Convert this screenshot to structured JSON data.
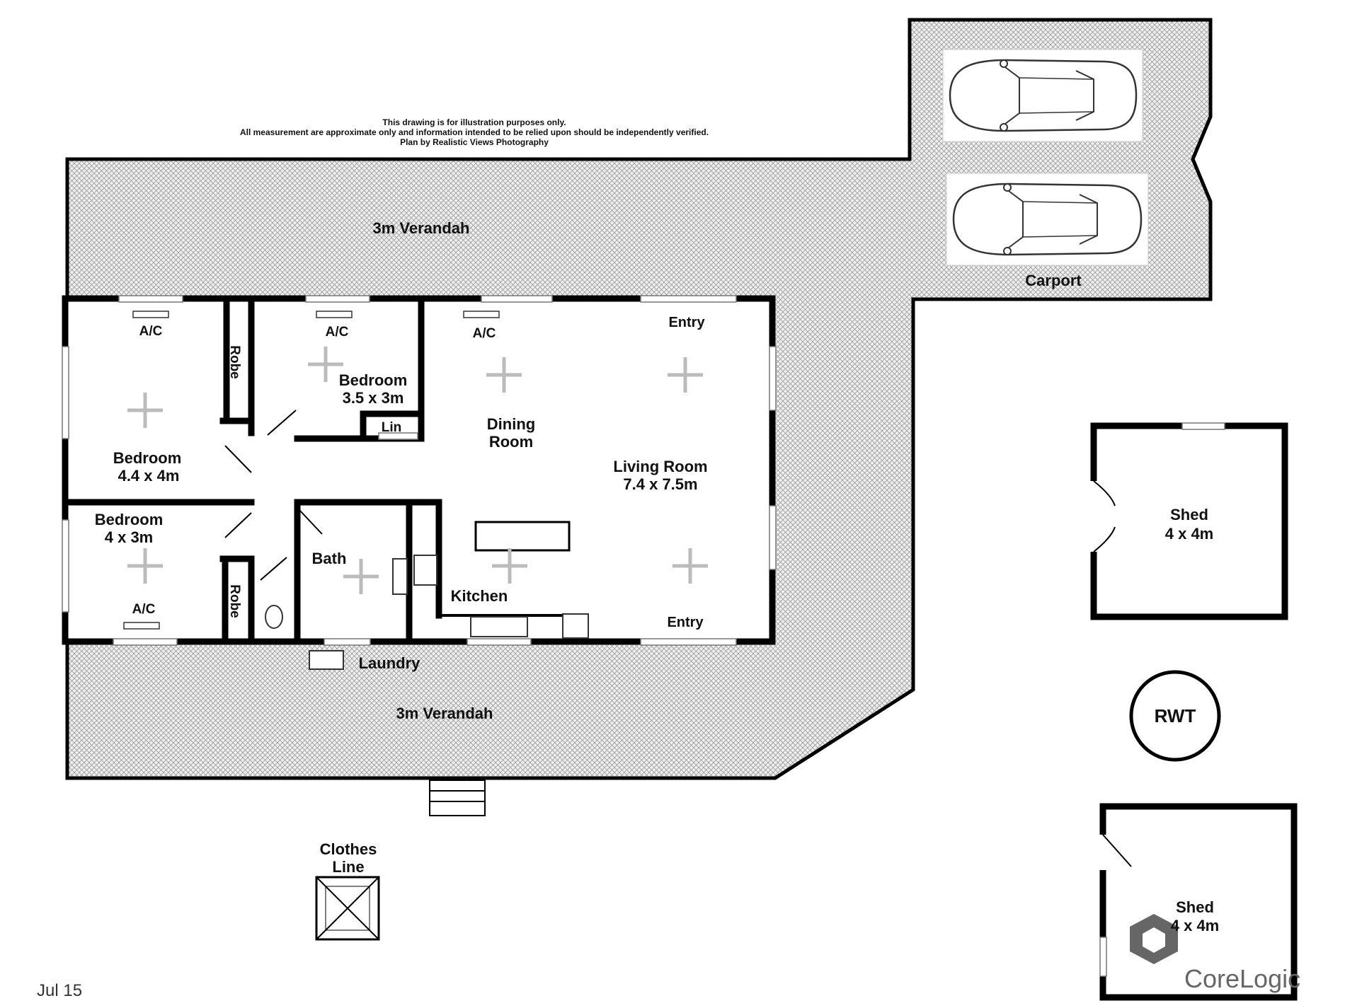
{
  "disclaimer": {
    "line1": "This drawing is for illustration purposes only.",
    "line2": "All measurement are approximate only and information intended to be relied upon should be independently verified.",
    "line3": "Plan by Realistic Views Photography"
  },
  "areas": {
    "verandah_top": "3m Verandah",
    "verandah_bottom": "3m Verandah",
    "carport": "Carport",
    "laundry": "Laundry",
    "clothes_line_1": "Clothes",
    "clothes_line_2": "Line",
    "rwt": "RWT"
  },
  "rooms": {
    "bed1_name": "Bedroom",
    "bed1_size": "4.4 x 4m",
    "bed2_name": "Bedroom",
    "bed2_size": "3.5 x 3m",
    "bed3_name": "Bedroom",
    "bed3_size": "4 x 3m",
    "robe_top": "Robe",
    "robe_bottom": "Robe",
    "lin": "Lin",
    "bath": "Bath",
    "kitchen": "Kitchen",
    "dining_1": "Dining",
    "dining_2": "Room",
    "living_name": "Living Room",
    "living_size": "7.4 x 7.5m",
    "entry_top": "Entry",
    "entry_bottom": "Entry",
    "ac_1": "A/C",
    "ac_2": "A/C",
    "ac_3": "A/C",
    "ac_4": "A/C"
  },
  "sheds": {
    "shed1_name": "Shed",
    "shed1_size": "4 x 4m",
    "shed2_name": "Shed",
    "shed2_size": "4 x 4m"
  },
  "footer": {
    "date": "Jul 15",
    "brand": "CoreLogic"
  },
  "colors": {
    "wall": "#000000",
    "hatch": "#bdbdbd",
    "text": "#111111",
    "brand_grey": "#666666"
  }
}
